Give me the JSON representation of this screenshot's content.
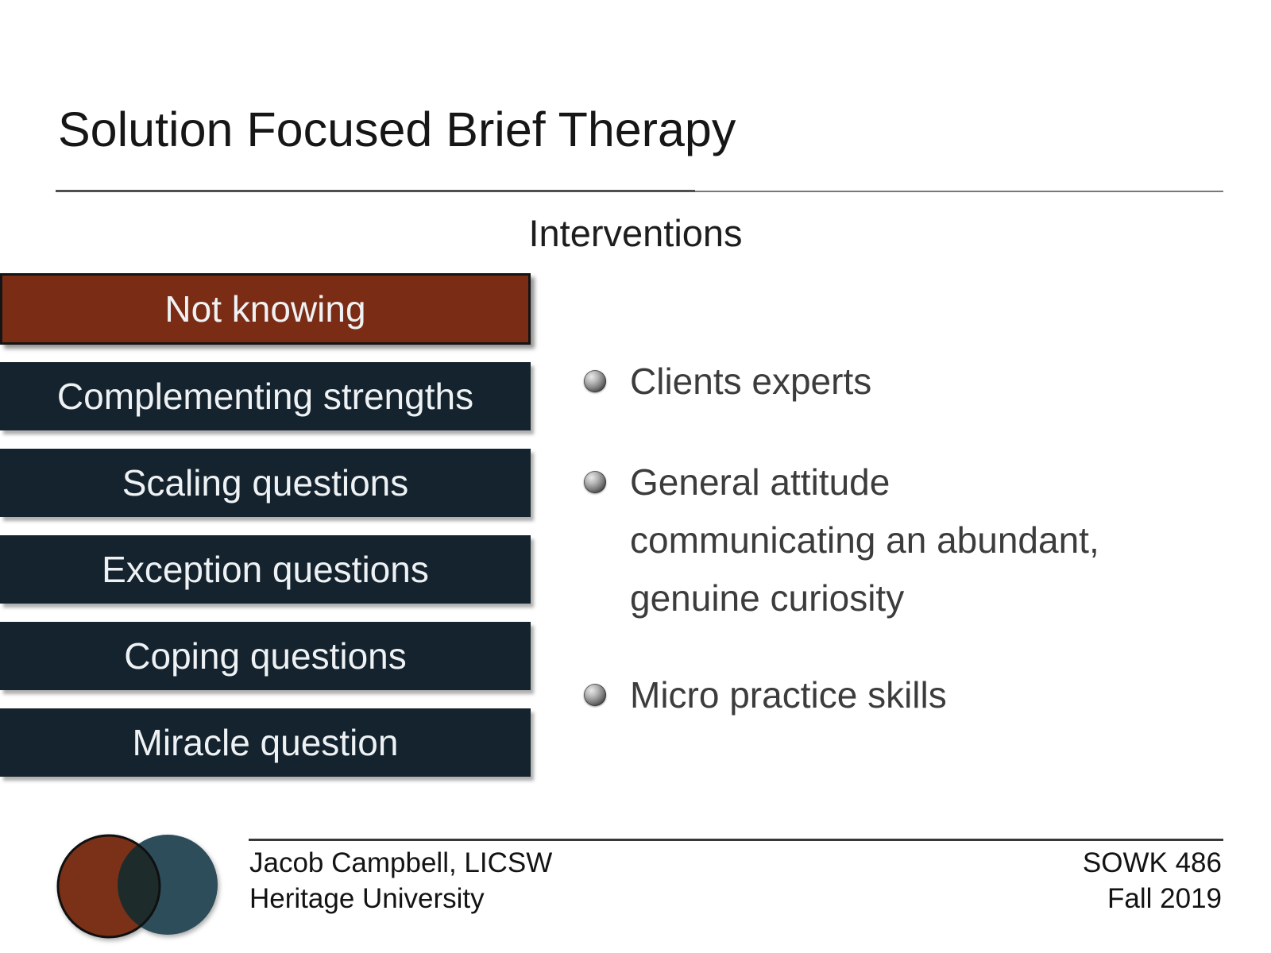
{
  "slide": {
    "title": "Solution Focused Brief Therapy",
    "subtitle": "Interventions"
  },
  "interventions": {
    "items": [
      {
        "label": "Not knowing",
        "highlighted": true
      },
      {
        "label": "Complementing strengths",
        "highlighted": false
      },
      {
        "label": "Scaling questions",
        "highlighted": false
      },
      {
        "label": "Exception questions",
        "highlighted": false
      },
      {
        "label": "Coping questions",
        "highlighted": false
      },
      {
        "label": "Miracle question",
        "highlighted": false
      }
    ]
  },
  "bullets": [
    "Clients experts",
    "General attitude\ncommunicating an abundant,\ngenuine curiosity",
    "Micro practice skills"
  ],
  "footer": {
    "author": "Jacob Campbell, LICSW",
    "institution": "Heritage University",
    "course": "SOWK 486",
    "term": "Fall 2019"
  },
  "colors": {
    "highlight_box": "#7b2c15",
    "box": "#14232d",
    "box_text": "#eef2f4",
    "body_text": "#3c3c3c",
    "heading_text": "#161616",
    "logo_circle_red": "#7b3118",
    "logo_circle_teal": "#2e4d5a",
    "logo_overlap": "#1d2c2a"
  },
  "icons": {
    "bullet": "metal-sphere-bullet",
    "logo": "overlapping-circles-logo"
  }
}
